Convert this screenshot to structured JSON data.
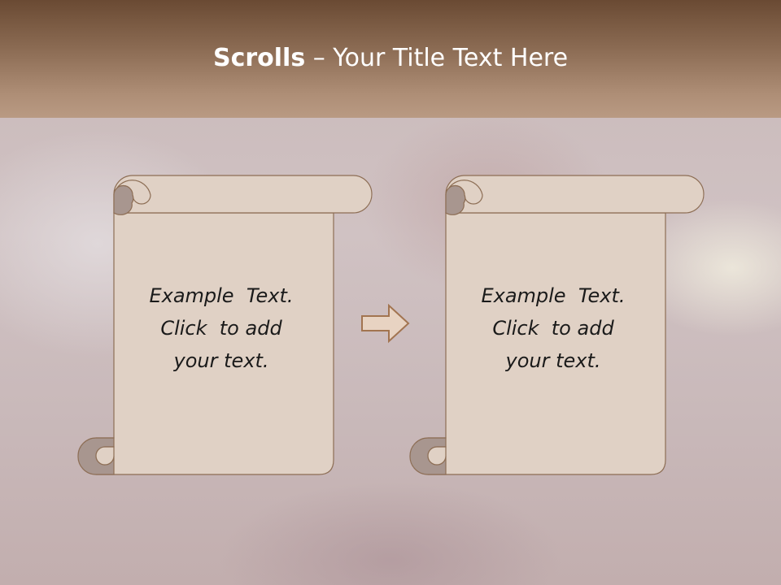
{
  "slide": {
    "title_strong": "Scrolls",
    "title_dash": " – ",
    "title_rest": "Your Title Text Here"
  },
  "scrolls": [
    {
      "lines": [
        "Example  Text.",
        "Click  to add",
        "your text."
      ]
    },
    {
      "lines": [
        "Example  Text.",
        "Click  to add",
        "your text."
      ]
    }
  ],
  "arrow": {
    "icon": "right-arrow-icon"
  },
  "colors": {
    "header_dark": "#6a4a33",
    "header_light": "#b99a83",
    "scroll_fill": "#e0d1c5",
    "scroll_curl": "#a8968f",
    "scroll_stroke": "#8d6e55",
    "arrow_fill": "#e8d3c2",
    "arrow_stroke": "#a27450"
  }
}
